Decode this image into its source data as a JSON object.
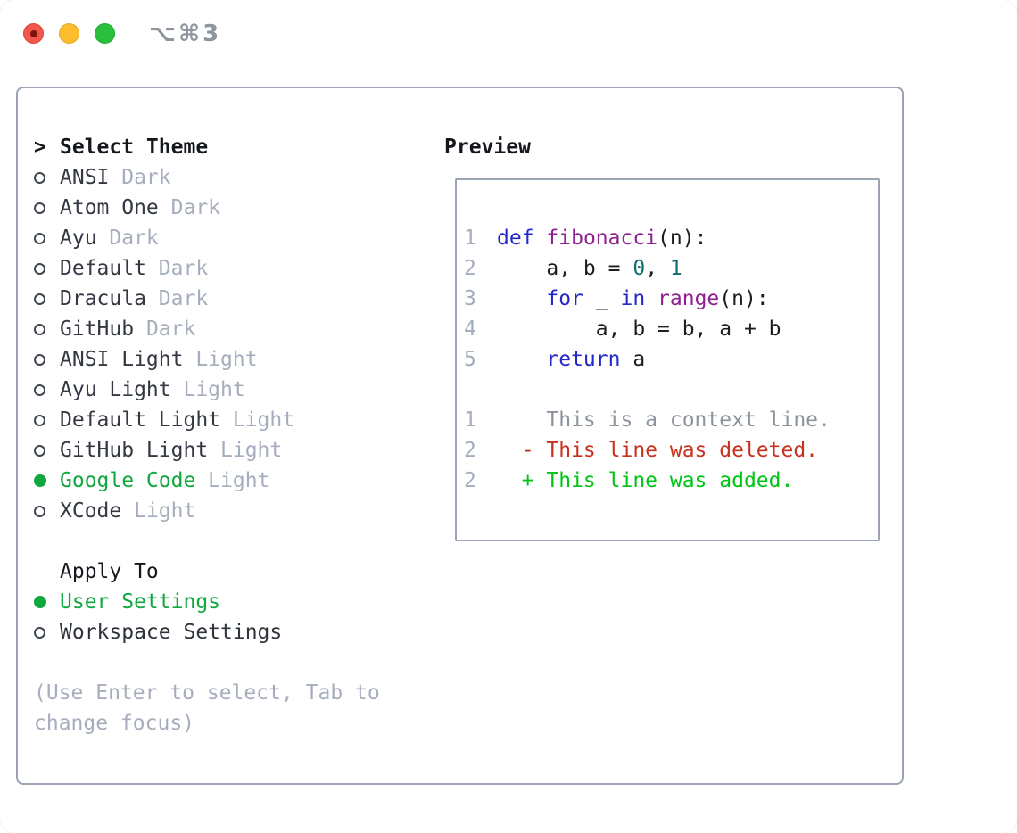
{
  "window": {
    "title": "⌥⌘3",
    "traffic_lights": [
      "close",
      "minimize",
      "zoom"
    ]
  },
  "colors": {
    "panel_border": "#9aa4b3",
    "selection_green": "#10a73e",
    "keyword_blue": "#2328c8",
    "function_purple": "#8f208f",
    "literal_teal": "#0d6e6e",
    "deleted_red": "#c9311f",
    "added_green": "#00c414",
    "muted_gray": "#a6aebd",
    "text_dark": "#1a1d21"
  },
  "theme_selector": {
    "cursor": ">",
    "heading": "Select Theme",
    "themes": [
      {
        "name": "ANSI",
        "variant": "Dark",
        "selected": false
      },
      {
        "name": "Atom One",
        "variant": "Dark",
        "selected": false
      },
      {
        "name": "Ayu",
        "variant": "Dark",
        "selected": false
      },
      {
        "name": "Default",
        "variant": "Dark",
        "selected": false
      },
      {
        "name": "Dracula",
        "variant": "Dark",
        "selected": false
      },
      {
        "name": "GitHub",
        "variant": "Dark",
        "selected": false
      },
      {
        "name": "ANSI Light",
        "variant": "Light",
        "selected": false
      },
      {
        "name": "Ayu Light",
        "variant": "Light",
        "selected": false
      },
      {
        "name": "Default Light",
        "variant": "Light",
        "selected": false
      },
      {
        "name": "GitHub Light",
        "variant": "Light",
        "selected": false
      },
      {
        "name": "Google Code",
        "variant": "Light",
        "selected": true
      },
      {
        "name": "XCode",
        "variant": "Light",
        "selected": false
      }
    ],
    "apply_to": {
      "heading": "Apply To",
      "options": [
        {
          "label": "User Settings",
          "selected": true
        },
        {
          "label": "Workspace Settings",
          "selected": false
        }
      ]
    },
    "hint_lines": [
      "(Use Enter to select, Tab to",
      "change focus)"
    ]
  },
  "preview": {
    "heading": "Preview",
    "code_lines": [
      {
        "num": "1",
        "tokens": [
          {
            "text": "def",
            "style": "keyword"
          },
          {
            "text": " ",
            "style": "plain"
          },
          {
            "text": "fibonacci",
            "style": "function"
          },
          {
            "text": "(n):",
            "style": "plain"
          }
        ]
      },
      {
        "num": "2",
        "tokens": [
          {
            "text": "    a, b = ",
            "style": "plain"
          },
          {
            "text": "0",
            "style": "literal"
          },
          {
            "text": ", ",
            "style": "plain"
          },
          {
            "text": "1",
            "style": "literal"
          }
        ]
      },
      {
        "num": "3",
        "tokens": [
          {
            "text": "    ",
            "style": "plain"
          },
          {
            "text": "for",
            "style": "keyword"
          },
          {
            "text": " _ ",
            "style": "plain"
          },
          {
            "text": "in",
            "style": "keyword"
          },
          {
            "text": " ",
            "style": "plain"
          },
          {
            "text": "range",
            "style": "function"
          },
          {
            "text": "(n):",
            "style": "plain"
          }
        ]
      },
      {
        "num": "4",
        "tokens": [
          {
            "text": "        a, b = b, a + b",
            "style": "plain"
          }
        ]
      },
      {
        "num": "5",
        "tokens": [
          {
            "text": "    ",
            "style": "plain"
          },
          {
            "text": "return",
            "style": "keyword"
          },
          {
            "text": " a",
            "style": "plain"
          }
        ]
      }
    ],
    "diff_lines": [
      {
        "num": "1",
        "type": "context",
        "text": "    This is a context line."
      },
      {
        "num": "2",
        "type": "deleted",
        "text": "  - This line was deleted."
      },
      {
        "num": "2",
        "type": "added",
        "text": "  + This line was added."
      }
    ]
  }
}
